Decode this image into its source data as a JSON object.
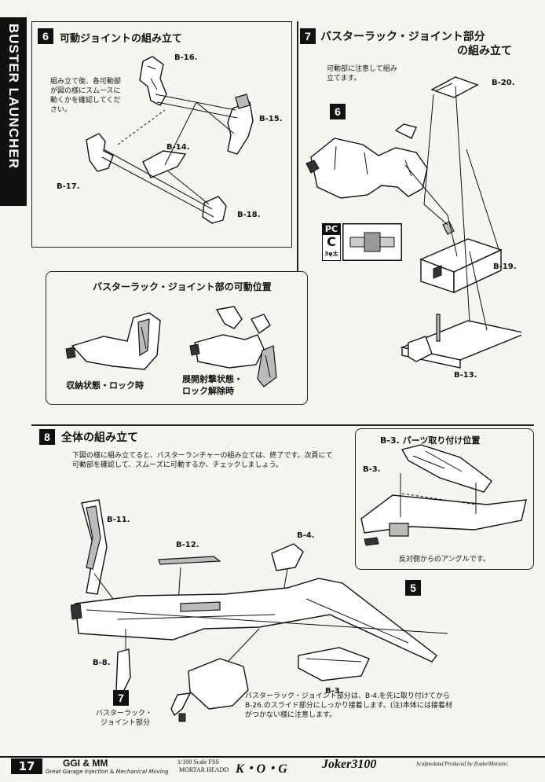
{
  "side_tab": "BUSTER LAUNCHER",
  "step6": {
    "number": "6",
    "title": "可動ジョイントの組み立て",
    "note": "組み立て後、各可動部が図の様にスムースに動くかを確認してください。",
    "parts": [
      "B-16.",
      "B-15.",
      "B-14.",
      "B-17.",
      "B-18."
    ]
  },
  "step7": {
    "number": "7",
    "title_line1": "バスターラック・ジョイント部分",
    "title_line2": "の組み立て",
    "note": "可動部に注意して組み立てます。",
    "ref_step": "6",
    "parts": [
      "B-20.",
      "B-19.",
      "B-13."
    ],
    "pc": {
      "label": "PC",
      "letter": "C",
      "size": "3φ太"
    }
  },
  "positions_box": {
    "title": "バスターラック・ジョイント部の可動位置",
    "caption_left": "収納状態・ロック時",
    "caption_right_line1": "展開射撃状態・",
    "caption_right_line2": "ロック解除時"
  },
  "step8": {
    "number": "8",
    "title": "全体の組み立て",
    "note": "下図の様に組み立てると、バスターランチャーの組み立ては、終了です。次頁にて可動部を確認して、スムーズに可動するか、チェックしましょう。",
    "parts": [
      "B-11.",
      "B-12.",
      "B-4.",
      "B-8.",
      "B-3."
    ],
    "ref_step_5": "5",
    "ref_step_7": "7",
    "ref_step_7_label_line1": "バスターラック・",
    "ref_step_7_label_line2": "ジョイント部分",
    "bottom_note": "バスターラック・ジョイント部分は、B-4.を先に取り付けてからB-26.のスライド部分にしっかり接着します。(注)本体には接着材がつかない様に注意します。"
  },
  "b3_box": {
    "title": "B-3. パーツ取り付け位置",
    "part": "B-3.",
    "caption": "反対側からのアングルです。"
  },
  "footer": {
    "page": "17",
    "brand": "GGI & MM",
    "brand_sub": "Great Garage Injection & Mechanical Moving",
    "scale_line1": "1/100 Scale FSS",
    "scale_line2": "MORTAR HEADD",
    "kog": "K・O・G",
    "model": "Joker3100",
    "credit": "Sculptedand Produced by ZoukeiMurainc."
  }
}
